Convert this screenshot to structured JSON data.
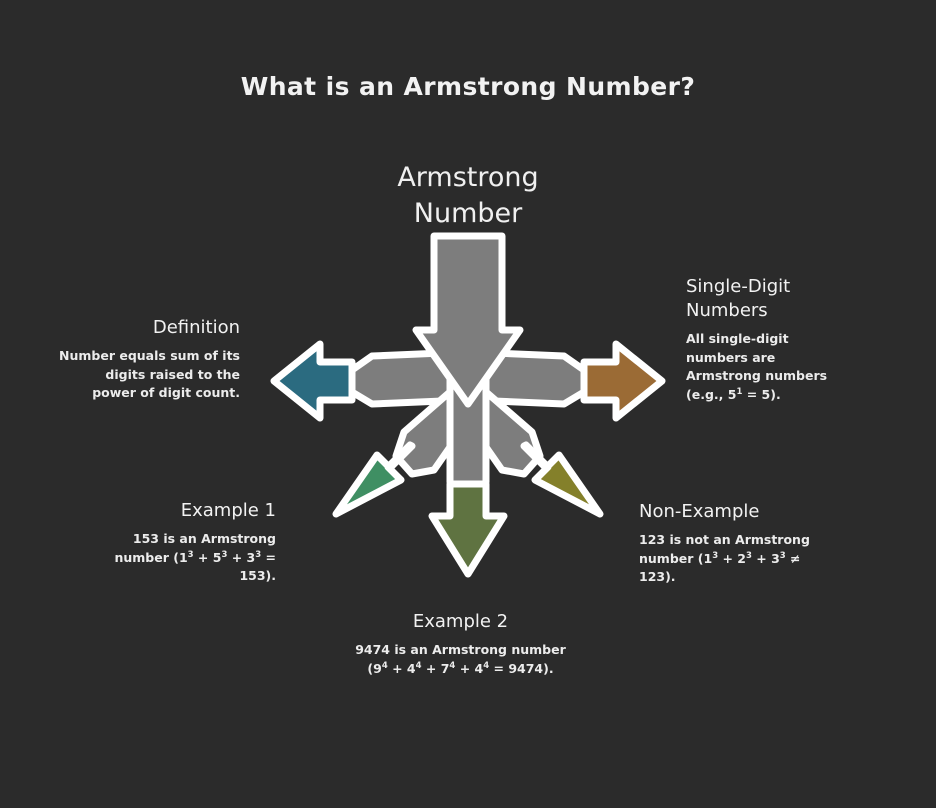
{
  "page": {
    "title": "What is an Armstrong Number?",
    "background_color": "#2b2b2b",
    "text_color": "#f2f2f2"
  },
  "center": {
    "label_line1": "Armstrong",
    "label_line2": "Number",
    "hub_color": "#7d7d7d",
    "outline_color": "#ffffff"
  },
  "branches": {
    "definition": {
      "title": "Definition",
      "body": "Number equals sum of its digits raised to the power of digit count.",
      "arrow_color": "#2b6b80",
      "direction": "left"
    },
    "single_digit": {
      "title": "Single-Digit Numbers",
      "body_line1": "All single-digit",
      "body_line2": "numbers are",
      "body_line3": "Armstrong numbers",
      "body_line4_pre": "(e.g., 5",
      "body_line4_sup": "1",
      "body_line4_post": " = 5).",
      "arrow_color": "#9b6b35",
      "direction": "right"
    },
    "example_1": {
      "title": "Example 1",
      "body_pre": "153 is an Armstrong number (1",
      "sup_1": "3",
      "body_mid1": " + 5",
      "sup_2": "3",
      "body_mid2": " + 3",
      "sup_3": "3",
      "body_post": " = 153).",
      "arrow_color": "#3f8f63",
      "direction": "lower-left"
    },
    "example_2": {
      "title": "Example 2",
      "body_pre": "9474 is an Armstrong number (9",
      "sup_1": "4",
      "body_mid1": " + 4",
      "sup_2": "4",
      "body_mid2": " + 7",
      "sup_3": "4",
      "body_mid3": " + 4",
      "sup_4": "4",
      "body_post": " = 9474).",
      "arrow_color": "#5f7341",
      "direction": "down"
    },
    "non_example": {
      "title": "Non-Example",
      "body_pre": "123 is not an Armstrong number (1",
      "sup_1": "3",
      "body_mid1": " + 2",
      "sup_2": "3",
      "body_mid2": " + 3",
      "sup_3": "3",
      "body_post": " ≠ 123).",
      "arrow_color": "#84802a",
      "direction": "lower-right"
    }
  },
  "watermark": {
    "line1": "",
    "line2": ""
  }
}
